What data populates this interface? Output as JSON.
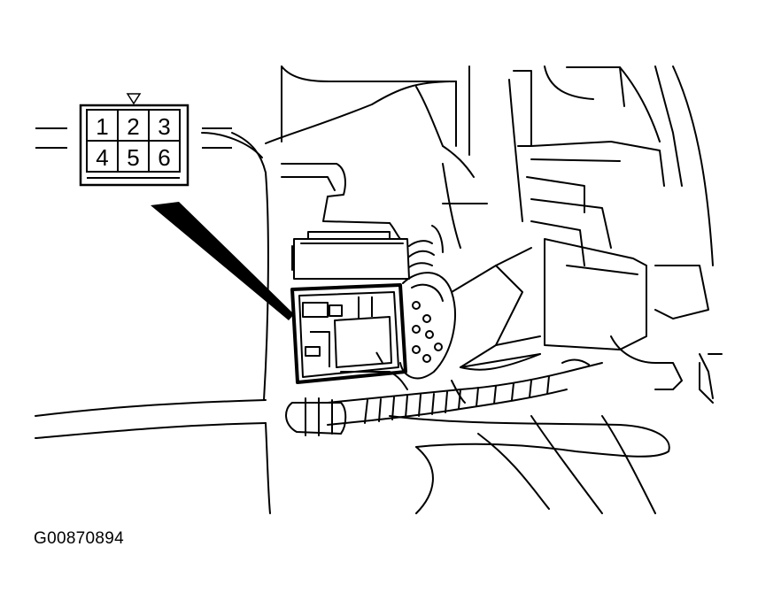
{
  "figure": {
    "id_label": "G00870894"
  },
  "connector": {
    "pins_top": [
      "1",
      "2",
      "3"
    ],
    "pins_bottom": [
      "4",
      "5",
      "6"
    ]
  },
  "colors": {
    "line": "#000000",
    "background": "#ffffff"
  }
}
